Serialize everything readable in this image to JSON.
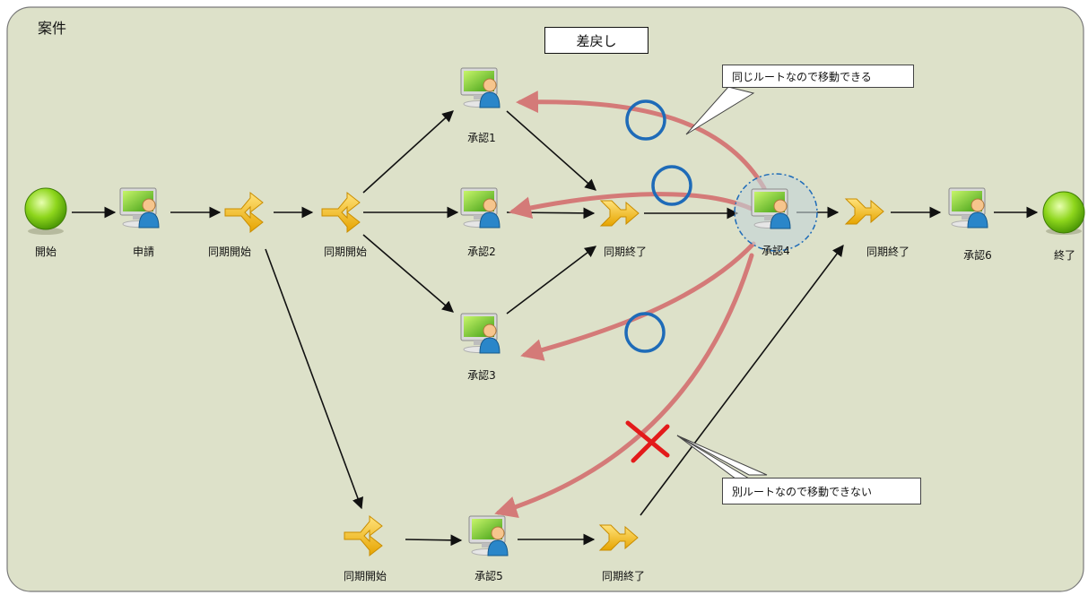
{
  "title": "案件",
  "return_label": "差戻し",
  "callouts": {
    "same_route": "同じルートなので移動できる",
    "other_route": "別ルートなので移動できない"
  },
  "nodes": {
    "start": "開始",
    "apply": "申請",
    "sync_start1": "同期開始",
    "sync_start2": "同期開始",
    "approve1": "承認1",
    "approve2": "承認2",
    "approve3": "承認3",
    "sync_end1": "同期終了",
    "approve4": "承認4",
    "sync_end2": "同期終了",
    "approve6": "承認6",
    "end": "終了",
    "sync_start3": "同期開始",
    "approve5": "承認5",
    "sync_end3": "同期終了"
  },
  "colors": {
    "panel": "#dde1c9",
    "return_arrow": "#d47a78",
    "allowed_mark": "#1e6bb8",
    "denied_mark": "#e31b1b"
  }
}
